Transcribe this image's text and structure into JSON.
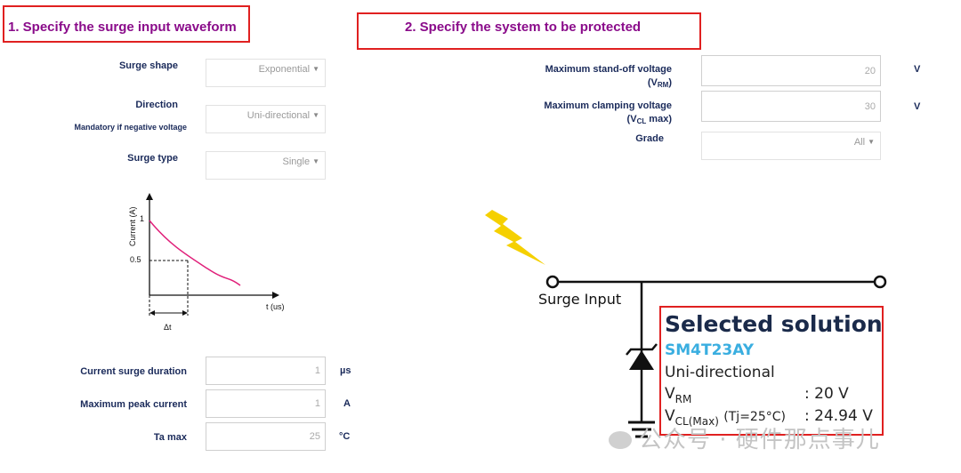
{
  "section1": {
    "title": "1. Specify the surge input waveform",
    "surge_shape": {
      "label": "Surge shape",
      "value": "Exponential"
    },
    "direction": {
      "label": "Direction",
      "note": "Mandatory if negative voltage",
      "value": "Uni-directional"
    },
    "surge_type": {
      "label": "Surge type",
      "value": "Single"
    },
    "waveform": {
      "y_label": "Current (A)",
      "x_label": "t (us)",
      "tick_1": "1",
      "tick_05": "0.5",
      "delta": "Δt"
    },
    "duration": {
      "label": "Current surge duration",
      "value": "1",
      "unit": "µs"
    },
    "peak_current": {
      "label": "Maximum peak current",
      "value": "1",
      "unit": "A"
    },
    "ta_max": {
      "label": "Ta max",
      "value": "25",
      "unit": "°C"
    }
  },
  "section2": {
    "title": "2. Specify the system to be protected",
    "standoff": {
      "label": "Maximum stand-off voltage",
      "label_sym": "V",
      "label_sub": "RM",
      "value": "20",
      "unit": "V"
    },
    "clamping": {
      "label": "Maximum clamping voltage",
      "label_sym": "V",
      "label_sub": "CL",
      "label_suffix": "max",
      "value": "30",
      "unit": "V"
    },
    "grade": {
      "label": "Grade",
      "value": "All"
    }
  },
  "diagram": {
    "input_label": "Surge Input",
    "solution": {
      "title": "Selected solution",
      "part": "SM4T23AY",
      "direction": "Uni-directional",
      "vrm_sym": "V",
      "vrm_sub": "RM",
      "vrm_value": ": 20 V",
      "vcl_sym": "V",
      "vcl_sub": "CL(Max)",
      "vcl_cond": "(Tj=25°C)",
      "vcl_value": ": 24.94 V"
    }
  },
  "watermark": "公众号 · 硬件那点事儿",
  "colors": {
    "step_title": "#8a0b8a",
    "label": "#1a2a5a",
    "highlight_border": "#e02020",
    "curve": "#e0207a",
    "part_number": "#3aaee0",
    "lightning": "#f5d000"
  }
}
